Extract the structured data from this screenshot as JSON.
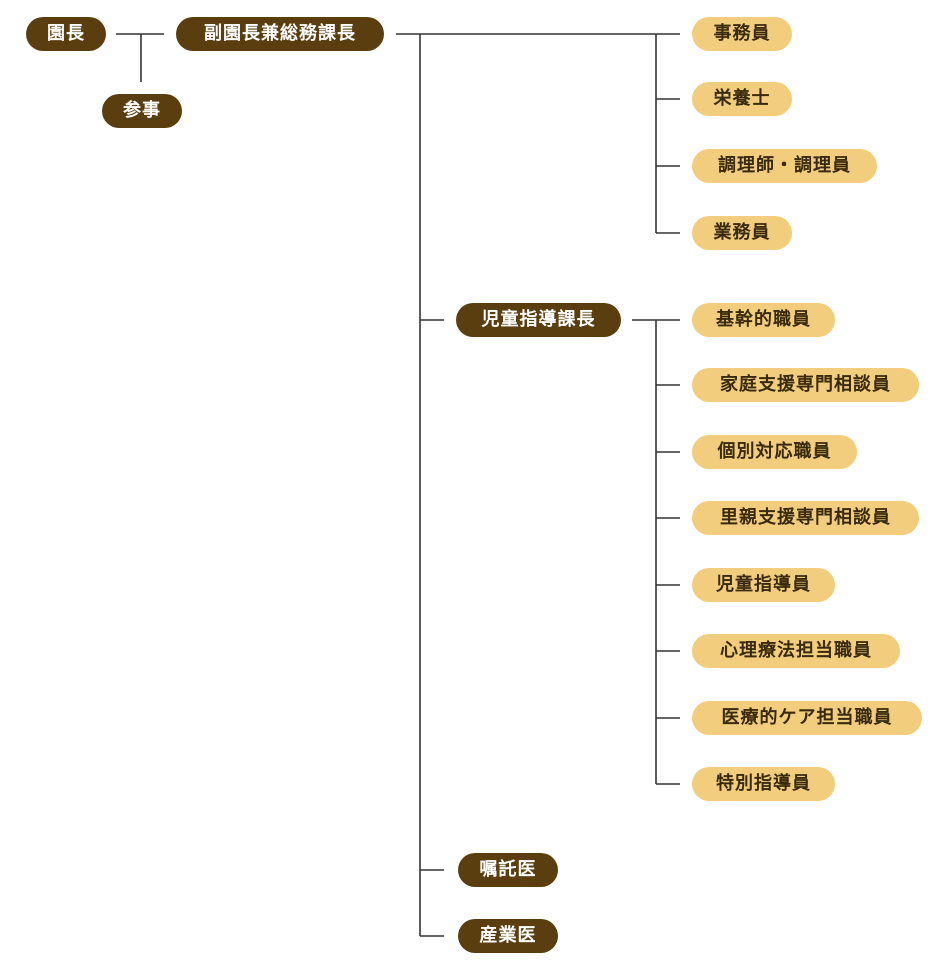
{
  "org_chart": {
    "director": "園長",
    "counselor": "参事",
    "deputy": "副園長兼総務課長",
    "general_affairs_staff": [
      "事務員",
      "栄養士",
      "調理師・調理員",
      "業務員"
    ],
    "child_guidance_chief": "児童指導課長",
    "child_guidance_staff": [
      "基幹的職員",
      "家庭支援専門相談員",
      "個別対応職員",
      "里親支援専門相談員",
      "児童指導員",
      "心理療法担当職員",
      "医療的ケア担当職員",
      "特別指導員"
    ],
    "contract_doctor": "嘱託医",
    "industrial_doctor": "産業医"
  },
  "colors": {
    "dark_pill": "#5a3e0f",
    "light_pill": "#f2cd7e",
    "line": "#333333"
  }
}
